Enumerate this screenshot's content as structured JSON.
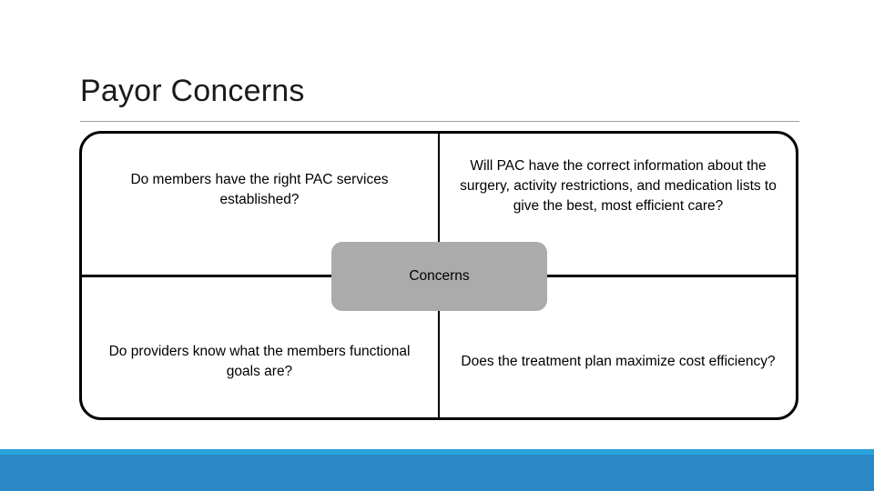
{
  "slide": {
    "title": "Payor Concerns",
    "center_label": "Concerns",
    "quadrants": {
      "top_left": "Do members have the right PAC services established?",
      "top_right": "Will PAC have the correct information about the surgery, activity restrictions, and medication lists to give the best, most efficient care?",
      "bottom_left": "Do providers know what the members functional goals are?",
      "bottom_right": "Does the treatment plan maximize cost efficiency?"
    }
  },
  "colors": {
    "center_box_fill": "#ababab",
    "accent_bar_light": "#29a3dc",
    "accent_bar_main": "#2c87c5",
    "title_rule": "#9d9d9d",
    "frame_stroke": "#000000"
  }
}
